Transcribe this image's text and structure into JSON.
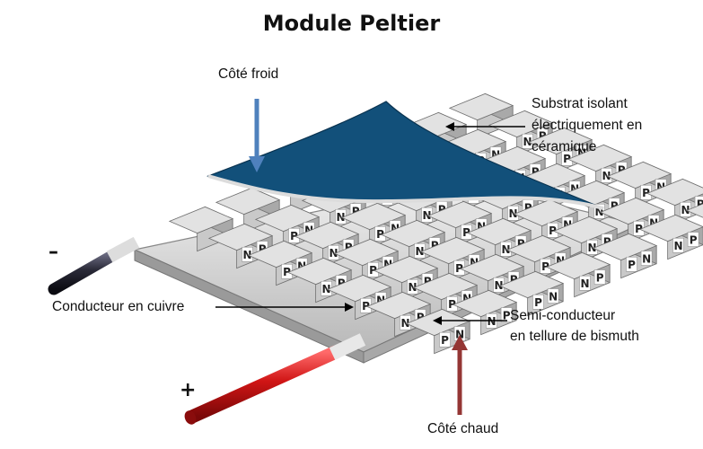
{
  "title": "Module Peltier",
  "labels": {
    "cold_side": "Côté froid",
    "substrate": [
      "Substrat isolant",
      "électriquement en",
      "céramique"
    ],
    "copper": "Conducteur en cuivre",
    "semiconductor": [
      "Semi-conducteur",
      "en tellure de bismuth"
    ],
    "hot_side": "Côté chaud",
    "minus": "–",
    "plus": "+"
  },
  "element_letters": {
    "p": "P",
    "n": "N"
  },
  "colors": {
    "cold_arrow": "#4f81bd",
    "hot_arrow": "#943634",
    "substrate": "#12507a",
    "wire_positive": "#d01515",
    "wire_negative": "#222233",
    "element_fill": "#c9c9c9"
  }
}
